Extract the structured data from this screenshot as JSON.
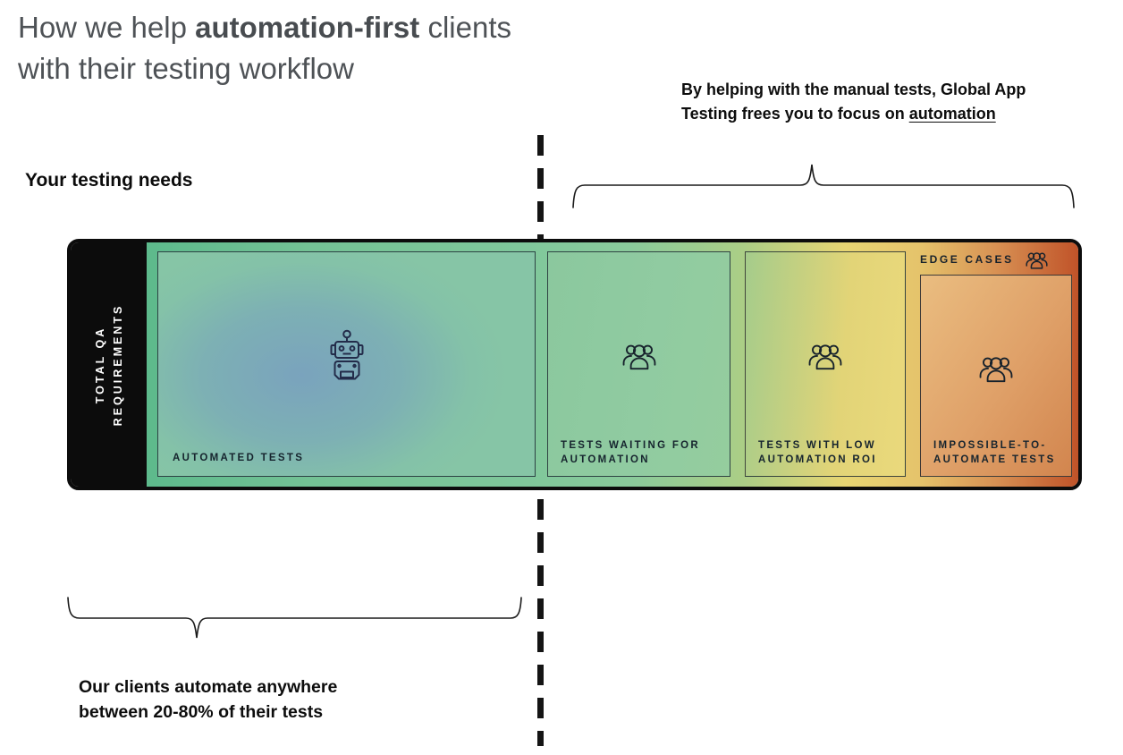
{
  "title": {
    "line1_pre": "How we help ",
    "line1_bold": "automation-first",
    "line1_post": " clients",
    "line2": "with their testing workflow"
  },
  "right_note": {
    "line1": "By helping with the manual tests, Global App",
    "line2_pre": "Testing frees you to focus on ",
    "line2_underlined": "automation"
  },
  "left_heading": "Your testing needs",
  "bar": {
    "side_label": {
      "line1": "TOTAL QA",
      "line2": "REQUIREMENTS"
    },
    "edge_cases_label": "EDGE CASES",
    "edge_cases_icon": "people-icon",
    "sections": [
      {
        "label": "AUTOMATED TESTS",
        "icon": "robot-icon"
      },
      {
        "label": "TESTS WAITING FOR AUTOMATION",
        "icon": "people-icon"
      },
      {
        "label": "TESTS WITH LOW AUTOMATION ROI",
        "icon": "people-icon"
      },
      {
        "label": "IMPOSSIBLE-TO-AUTOMATE TESTS",
        "icon": "people-icon"
      }
    ]
  },
  "bottom_note": {
    "line1": "Our clients automate anywhere",
    "line2": "between 20-80% of their tests"
  },
  "colors": {
    "gradient_teal": "#5dba8c",
    "gradient_green": "#7fc79b",
    "gradient_yellow": "#e7d573",
    "gradient_orange": "#c05329",
    "panel_black": "#0c0c0c",
    "title_gray": "#4e5256",
    "label_dark": "#16242e",
    "side_label_white": "#ffffff"
  }
}
